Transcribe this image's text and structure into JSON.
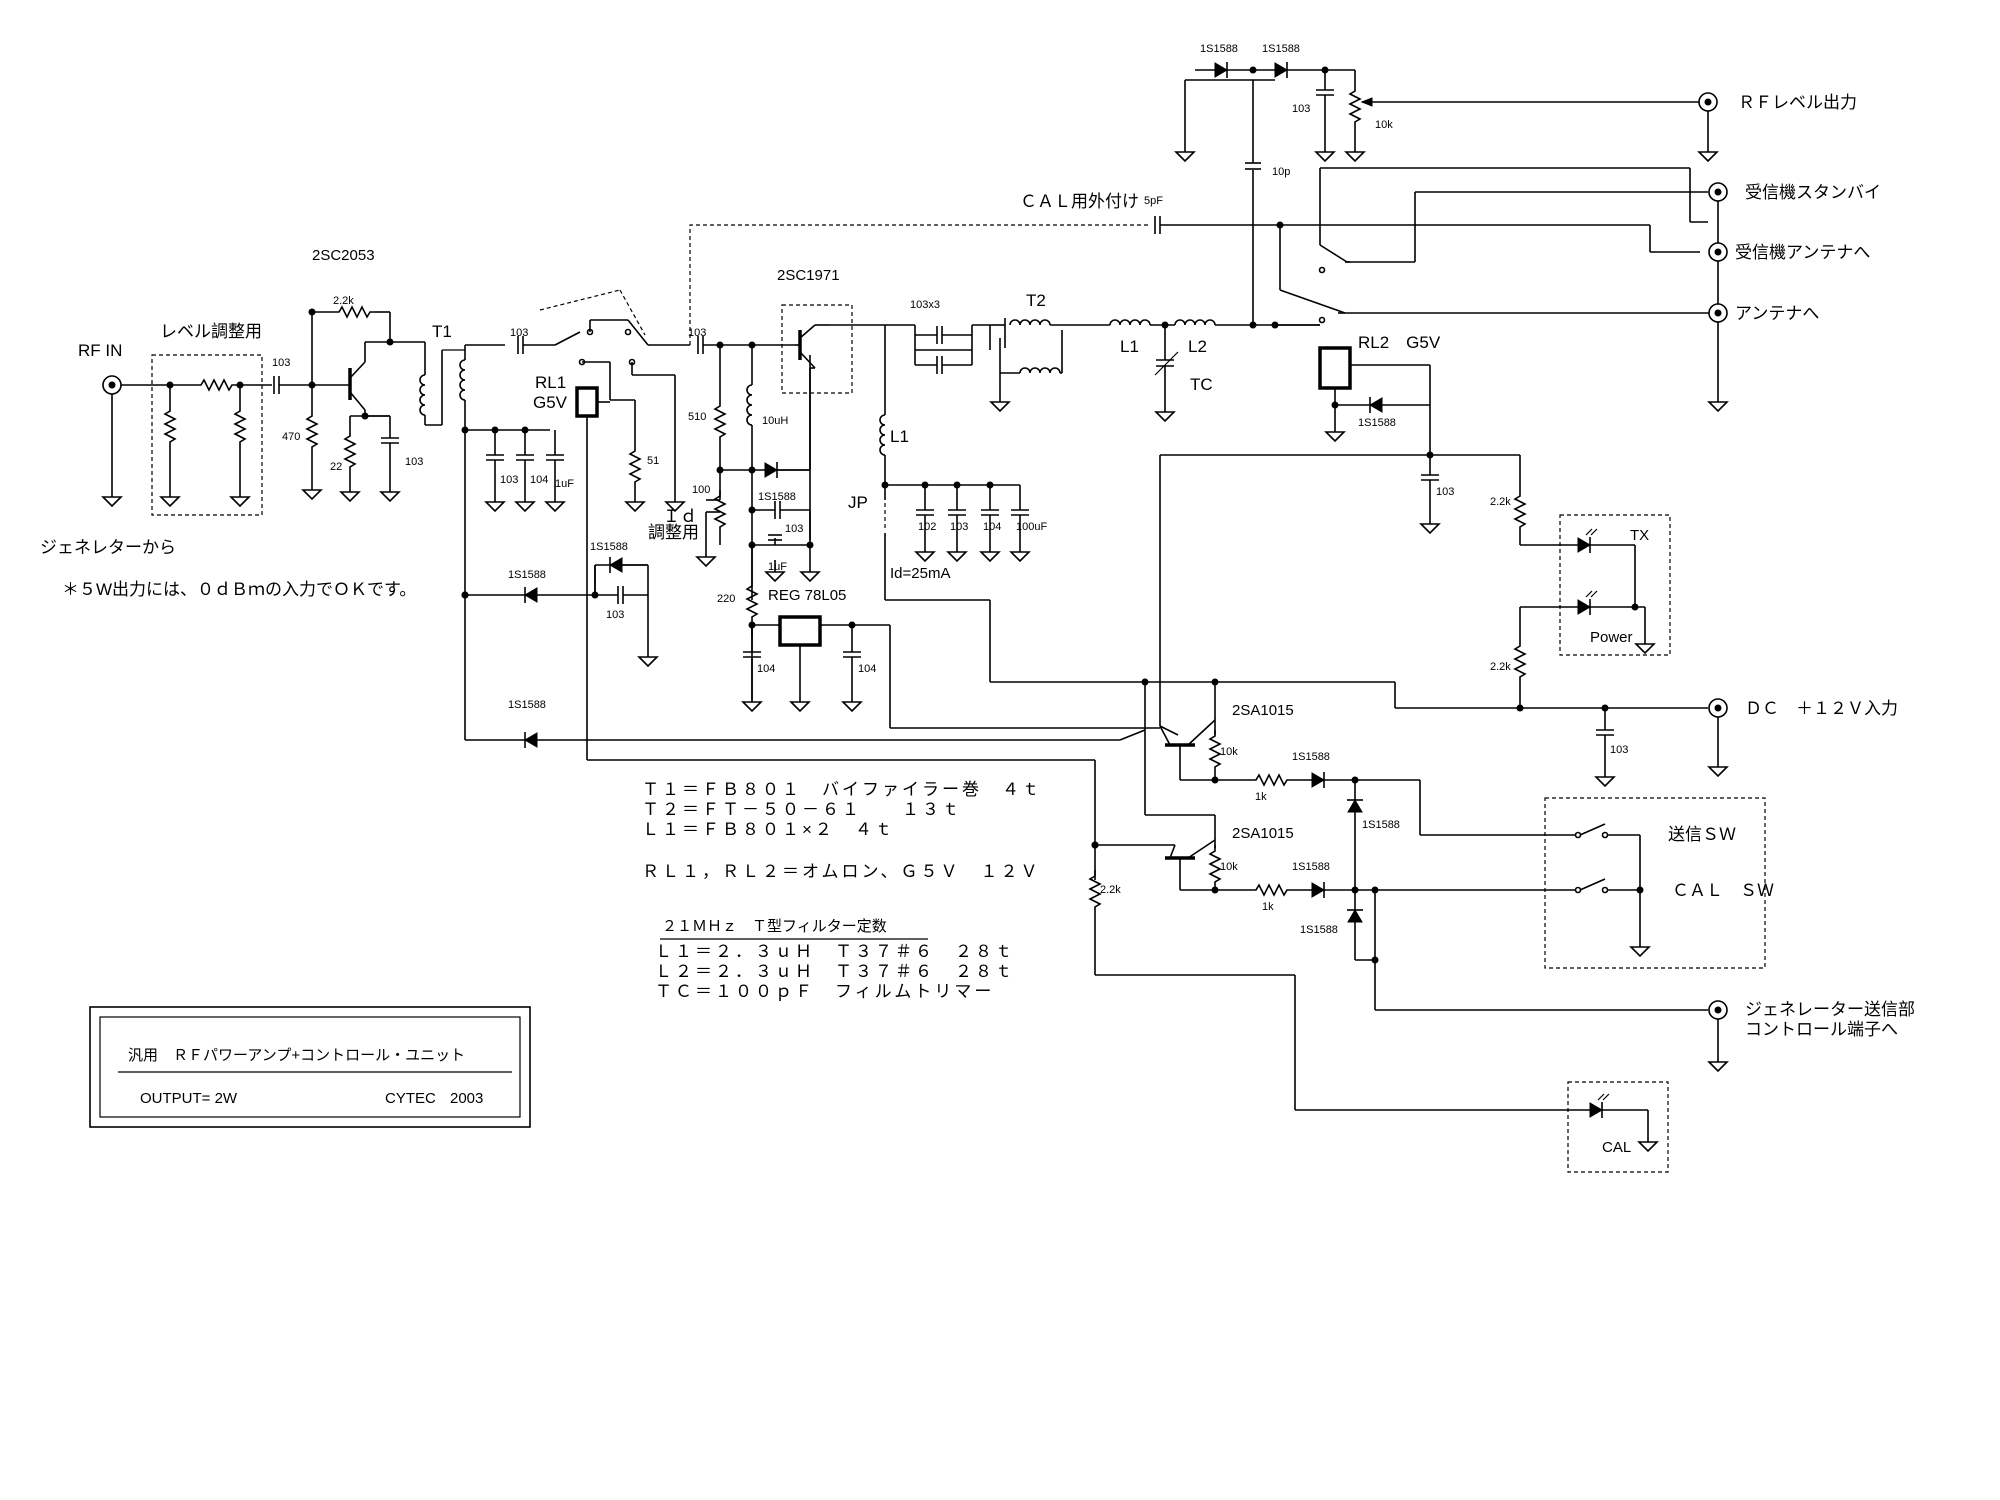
{
  "diagram": {
    "title_block": {
      "title": "汎用　ＲＦパワーアンプ+コントロール・ユニット",
      "output": "OUTPUT= 2W",
      "maker": "CYTEC",
      "year": "2003"
    },
    "rf_in": {
      "label": "RF IN",
      "level_adjust": "レベル調整用",
      "source": "ジェネレターから",
      "note": "＊５W出力には、０ｄＢｍの入力でＯＫです。"
    },
    "transistors": {
      "q1": "2SC2053",
      "q2": "2SC1971",
      "q3": "2SA1015",
      "q4": "2SA1015"
    },
    "transformers": {
      "t1": "T1",
      "t2": "T2"
    },
    "coils": {
      "l1_drain": "L1",
      "l1_filter": "L1",
      "l2_filter": "L2",
      "tc": "TC",
      "choke": "10uH"
    },
    "relays": {
      "rl1": "RL1",
      "rl1_type": "G5V",
      "rl2": "RL2　G5V"
    },
    "regulator": "REG 78L05",
    "id_adjust": "Ｉｄ\n調整用",
    "id_current": "Id=25mA",
    "jumper": "JP",
    "cal_external": "ＣＡＬ用外付け",
    "values": {
      "r22k": "2.2k",
      "r470": "470",
      "r22": "22",
      "r51": "51",
      "r510": "510",
      "r100": "100",
      "r220": "220",
      "r10k": "10k",
      "r1k": "1k",
      "c103": "103",
      "c104": "104",
      "c102": "102",
      "c1uf": "1uF",
      "c100uf": "100uF",
      "c103x3": "103x3",
      "c10p": "10p",
      "c5pf": "5pF",
      "d1s1588": "1S1588"
    },
    "connectors": {
      "rf_level": "ＲＦレベル出力",
      "rx_standby": "受信機スタンバイ",
      "rx_antenna": "受信機アンテナへ",
      "antenna": "アンテナへ",
      "dc_in": "ＤＣ　＋１２Ｖ入力",
      "gen_ctrl_1": "ジェネレーター送信部",
      "gen_ctrl_2": "コントロール端子へ"
    },
    "leds": {
      "tx": "TX",
      "power": "Power",
      "cal": "CAL"
    },
    "switches": {
      "tx_sw": "送信ＳＷ",
      "cal_sw": "ＣＡＬ　ＳＷ"
    },
    "parts_notes": [
      "Ｔ１＝ＦＢ８０１　バイファイラー巻　４ｔ",
      "Ｔ２＝ＦＴ－５０－６１　　１３ｔ",
      "Ｌ１＝ＦＢ８０１×２　４ｔ",
      "ＲＬ１，ＲＬ２＝オムロン、Ｇ５Ｖ　１２Ｖ"
    ],
    "filter": {
      "heading": "２１ＭＨｚ　Ｔ型フィルター定数",
      "rows": [
        "Ｌ１＝２．３ｕＨ　Ｔ３７＃６　２８ｔ",
        "Ｌ２＝２．３ｕＨ　Ｔ３７＃６　２８ｔ",
        "ＴＣ＝１００ｐＦ　フィルムトリマー"
      ]
    }
  }
}
